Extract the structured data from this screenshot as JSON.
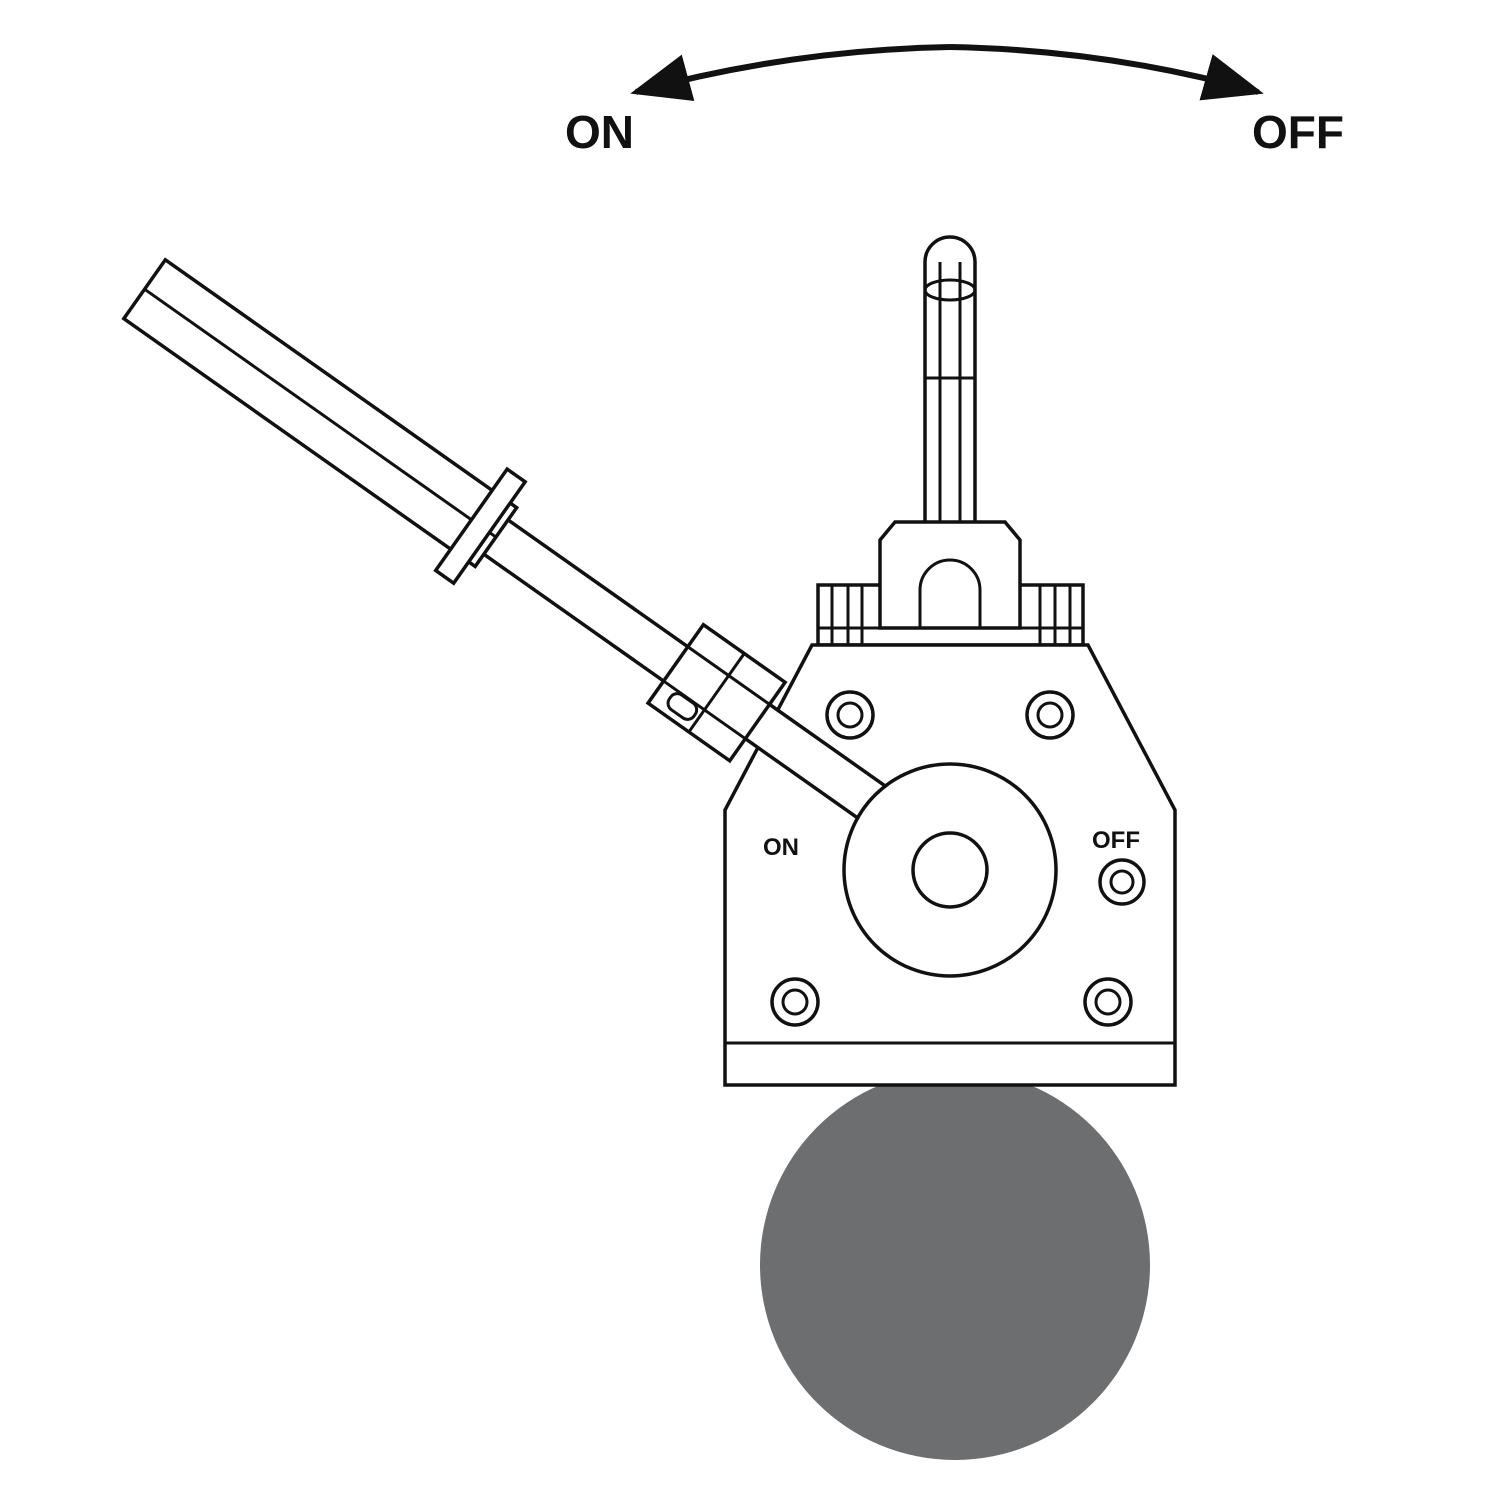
{
  "direction_indicator": {
    "on_label": "ON",
    "off_label": "OFF"
  },
  "body_labels": {
    "on_label": "ON",
    "off_label": "OFF"
  },
  "colors": {
    "line": "#111111",
    "ball": "#6d6e70",
    "background": "#ffffff"
  }
}
